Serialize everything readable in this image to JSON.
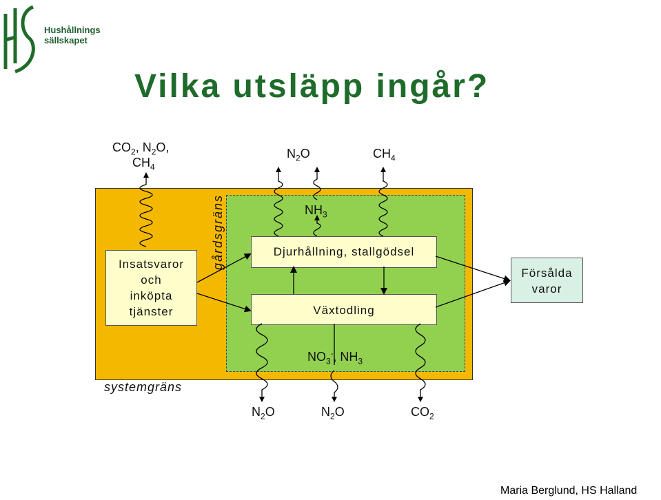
{
  "logo": {
    "line1": "Hushållnings",
    "line2": "sällskapet"
  },
  "title": "Vilka utsläpp ingår?",
  "labels": {
    "system_boundary": "systemgräns",
    "farm_boundary": "gårdsgräns"
  },
  "boxes": {
    "inputs": [
      "Insatsvaror",
      "och",
      "inköpta",
      "tjänster"
    ],
    "animal": "Djurhållning, stallgödsel",
    "crop": "Växtodling",
    "sold": [
      "Försålda",
      "varor"
    ]
  },
  "emissions": {
    "top_left_line1": {
      "a": "CO",
      "a_sub": "2",
      "b": ", N",
      "b_sub": "2",
      "c": "O,"
    },
    "top_left_line2": {
      "a": "CH",
      "a_sub": "4"
    },
    "top_n2o": {
      "a": "N",
      "a_sub": "2",
      "b": "O"
    },
    "top_ch4": {
      "a": "CH",
      "a_sub": "4"
    },
    "nh3_inner": {
      "a": "NH",
      "a_sub": "3"
    },
    "no3_nh3": {
      "a": "NO",
      "a_sub": "3",
      "a_sup": "-",
      "b": ", NH",
      "b_sub": "3"
    },
    "bottom_n2o_1": {
      "a": "N",
      "a_sub": "2",
      "b": "O"
    },
    "bottom_n2o_2": {
      "a": "N",
      "a_sub": "2",
      "b": "O"
    },
    "bottom_co2": {
      "a": "CO",
      "a_sub": "2"
    }
  },
  "footer": "Maria Berglund, HS Halland",
  "colors": {
    "system": "#f5b800",
    "farm": "#92d050",
    "title": "#1f6b2b",
    "box": "#ffffcc",
    "sold": "#d9f0e4"
  }
}
